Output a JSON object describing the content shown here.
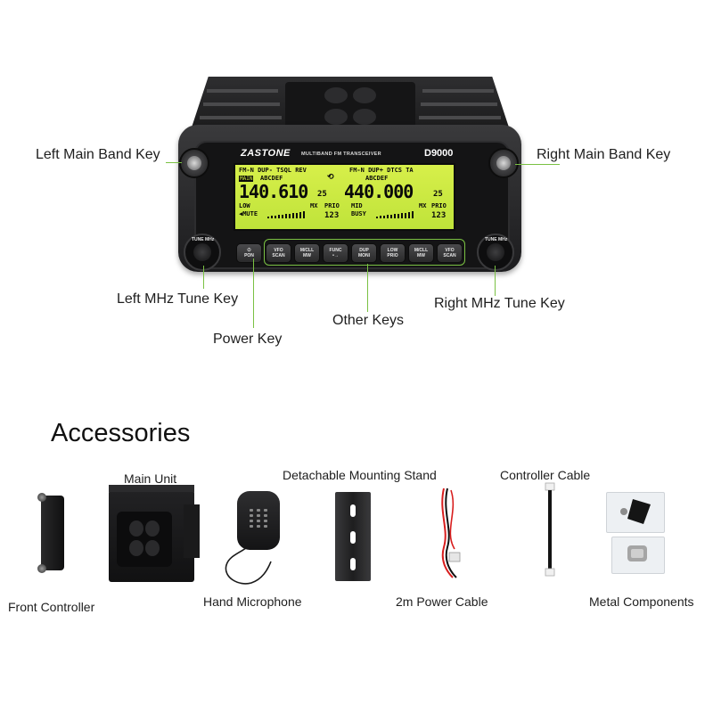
{
  "radio": {
    "brand": "ZASTONE",
    "subtitle": "MULTIBAND FM TRANSCEIVER",
    "model": "D9000",
    "lcd": {
      "left_top": "FM-N DUP- TSQL REV",
      "left_name": "ABCDEF",
      "left_tag": "MAIN",
      "left_freq": "140.610",
      "left_freq_sub": "25",
      "left_power": "LOW",
      "left_status": "MUTE",
      "left_mw": "MX",
      "left_prio": "PRIO",
      "left_ch": "123",
      "right_top": "FM-N DUP+ DTCS TA",
      "right_name": "ABCDEF",
      "right_freq": "440.000",
      "right_freq_sub": "25",
      "right_power": "MID",
      "right_status": "BUSY",
      "right_mw": "MX",
      "right_prio": "PRIO",
      "right_ch": "123"
    },
    "keys": [
      {
        "top": "",
        "bottom": "PON"
      },
      {
        "top": "VFO",
        "bottom": "SCAN"
      },
      {
        "top": "M/CLL",
        "bottom": "MW"
      },
      {
        "top": "FUNC",
        "bottom": "•→"
      },
      {
        "top": "DUP",
        "bottom": "MONI"
      },
      {
        "top": "LOW",
        "bottom": "PRIO"
      },
      {
        "top": "M/CLL",
        "bottom": "MW"
      },
      {
        "top": "VFO",
        "bottom": "SCAN"
      }
    ],
    "knob_text": "TUNE MHz"
  },
  "callouts": {
    "left_main_band": "Left Main Band Key",
    "right_main_band": "Right Main Band Key",
    "left_mhz_tune": "Left MHz Tune Key",
    "right_mhz_tune": "Right MHz Tune Key",
    "power": "Power Key",
    "other": "Other Keys"
  },
  "accessories": {
    "heading": "Accessories",
    "items": {
      "front_controller": "Front Controller",
      "main_unit": "Main Unit",
      "hand_microphone": "Hand Microphone",
      "mounting_stand": "Detachable Mounting Stand",
      "power_cable": "2m Power Cable",
      "controller_cable": "Controller Cable",
      "metal_components": "Metal Components"
    }
  },
  "colors": {
    "callout_line": "#7ac143",
    "lcd": "#cfe840",
    "device": "#1c1c1e"
  }
}
